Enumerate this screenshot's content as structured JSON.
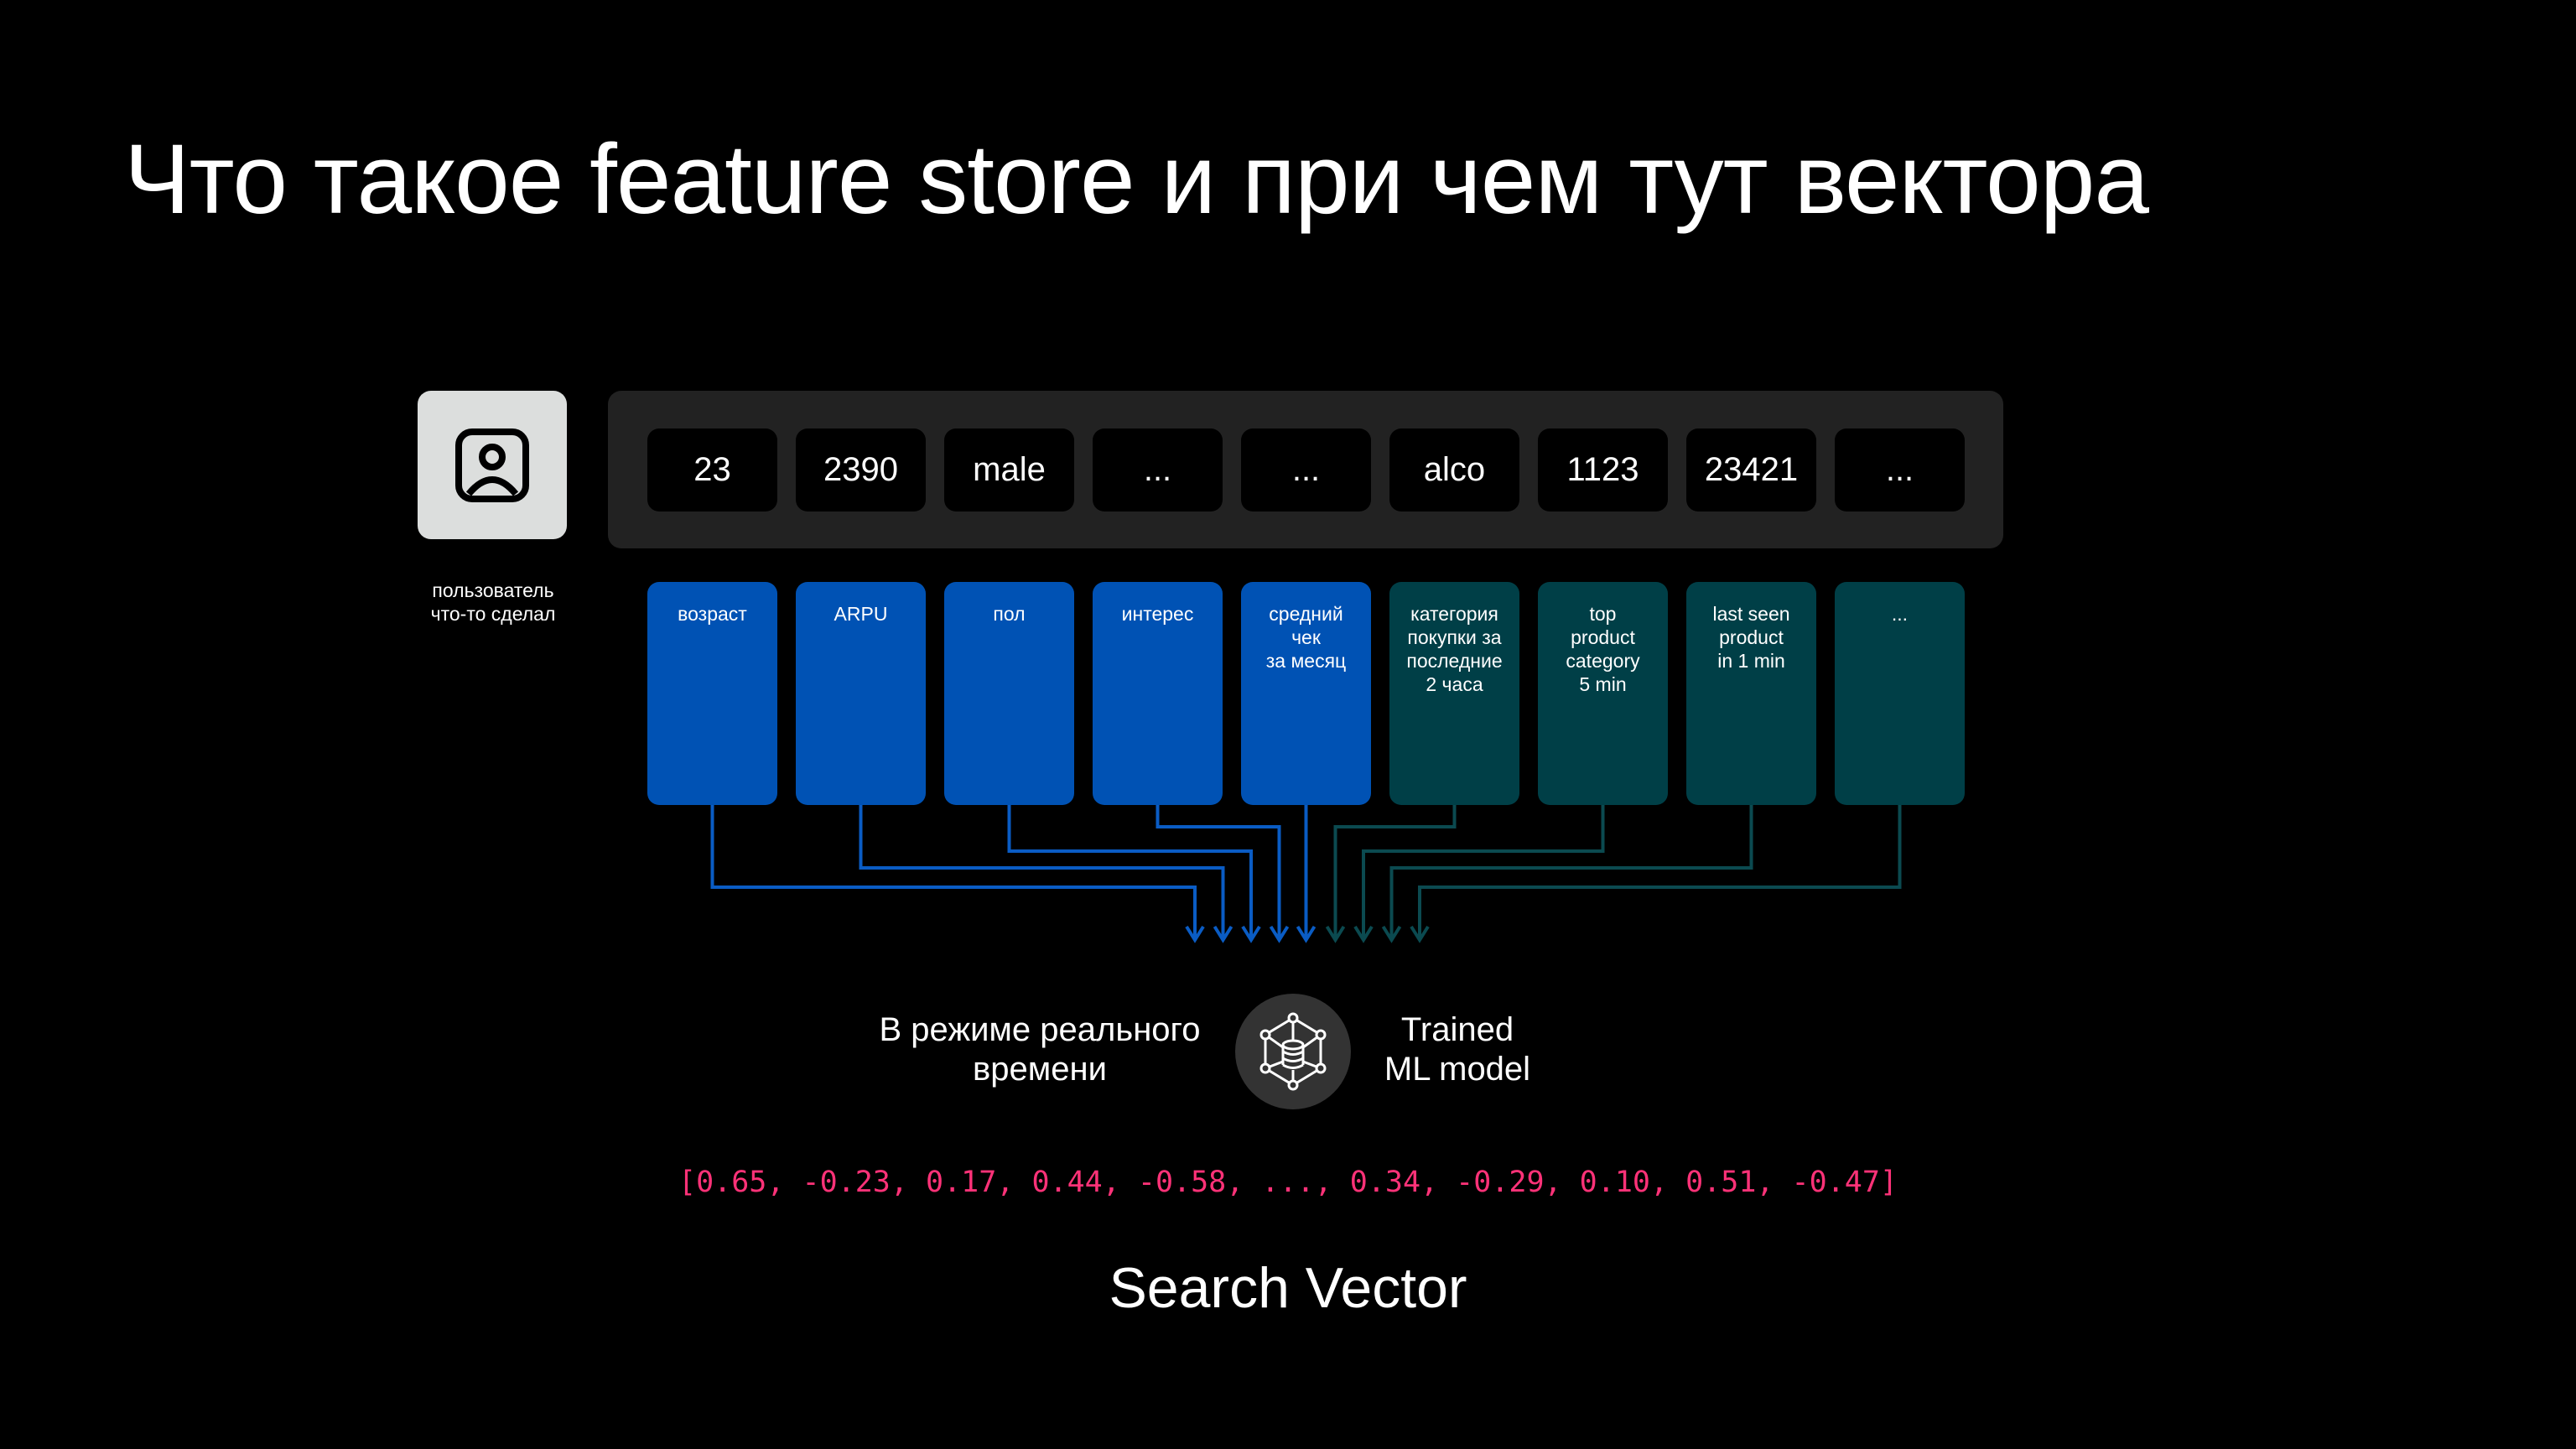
{
  "title": "Что такое feature store и при чем тут вектора",
  "user": {
    "icon": "user-portrait-icon",
    "label": "пользователь\nчто-то сделал"
  },
  "values": [
    "23",
    "2390",
    "male",
    "...",
    "...",
    "alco",
    "1123",
    "23421",
    "..."
  ],
  "features": [
    {
      "label": "возраст",
      "kind": "static"
    },
    {
      "label": "ARPU",
      "kind": "static"
    },
    {
      "label": "пол",
      "kind": "static"
    },
    {
      "label": "интерес",
      "kind": "static"
    },
    {
      "label": "средний\nчек\nза месяц",
      "kind": "static"
    },
    {
      "label": "категория\nпокупки за\nпоследние\n2 часа",
      "kind": "realtime"
    },
    {
      "label": "top\nproduct\ncategory\n5 min",
      "kind": "realtime"
    },
    {
      "label": "last seen\nproduct\nin 1 min",
      "kind": "realtime"
    },
    {
      "label": "...",
      "kind": "realtime"
    }
  ],
  "colors": {
    "static": "#0052b4",
    "realtime": "#003f47",
    "static_line": "#0a5cc4",
    "realtime_line": "#0b4a50",
    "vector": "#ff3278"
  },
  "model": {
    "icon": "ml-model-network-icon",
    "left_label": "В режиме реального\nвремени",
    "right_label": "Trained\nML model"
  },
  "vector": "[0.65, -0.23, 0.17, 0.44, -0.58, ..., 0.34, -0.29, 0.10, 0.51, -0.47]",
  "search_label": "Search Vector"
}
